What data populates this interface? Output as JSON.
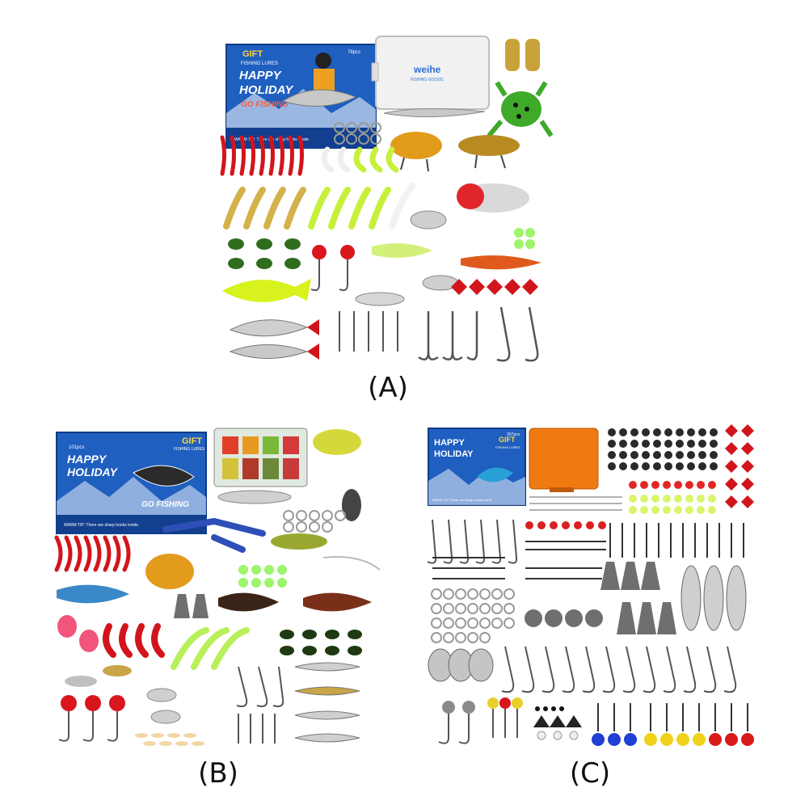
{
  "captions": {
    "a": "(A)",
    "b": "(B)",
    "c": "(C)"
  },
  "panel_a": {
    "box": {
      "top_label": "GIFT",
      "sub_label": "FISHING LURES",
      "title1": "HAPPY",
      "title2": "HOLIDAY",
      "slogan": "GO FISHING",
      "count": "78pcs",
      "warning": "WARM TIP: There are sharp hooks inside"
    },
    "case_brand": "weihe",
    "case_sub": "FISHING GOODS"
  },
  "panel_b": {
    "box": {
      "top_label": "GIFT",
      "sub_label": "FISHING LURES",
      "title1": "HAPPY",
      "title2": "HOLIDAY",
      "slogan": "GO FISHING",
      "count": "101pcs",
      "warning": "WARM TIP: There are sharp hooks inside"
    }
  },
  "panel_c": {
    "box": {
      "top_label": "GIFT",
      "sub_label": "FISHING LURES",
      "title1": "HAPPY",
      "title2": "HOLIDAY",
      "count": "207pcs",
      "warning": "WARM TIP: There are sharp hooks inside"
    }
  },
  "colors": {
    "box_blue": "#1f5fbf",
    "worm_red": "#d2151c",
    "grub_lime": "#c6f03a",
    "glow_green": "#9cf56a",
    "case_orange": "#f07a12",
    "weight_gray": "#6f6f6f"
  }
}
